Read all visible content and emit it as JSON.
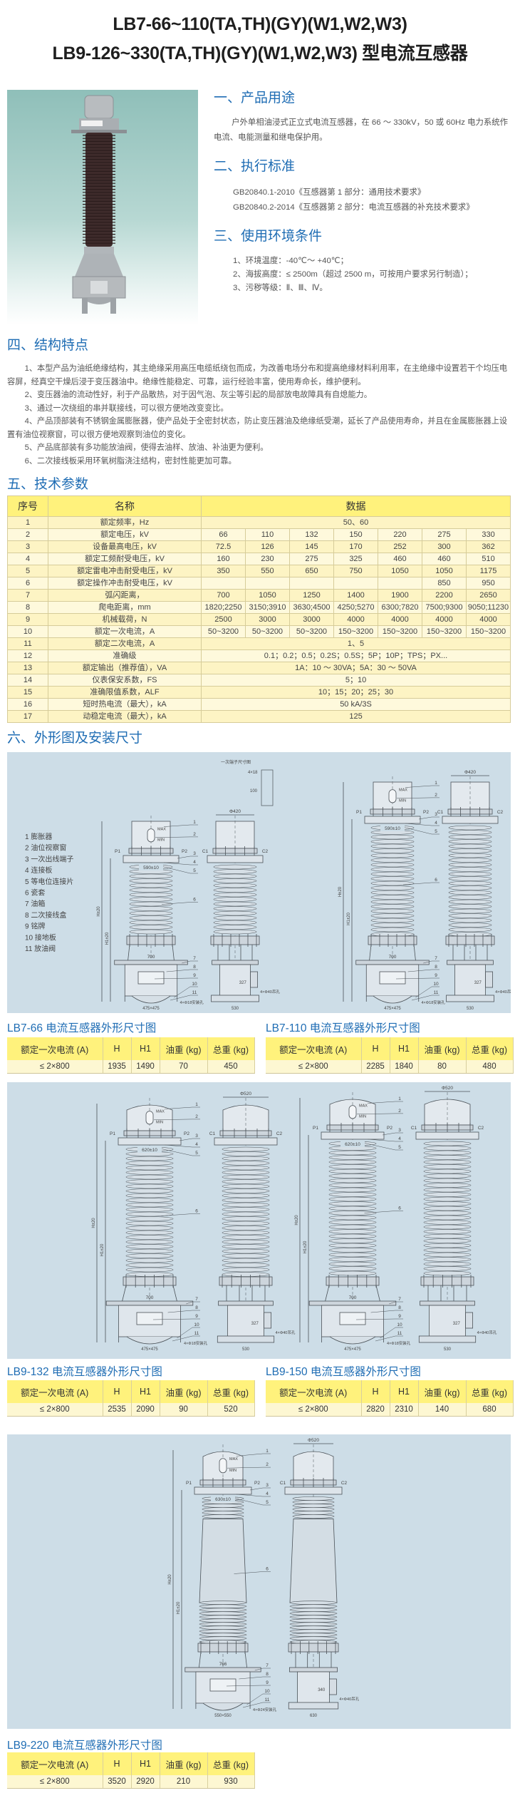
{
  "title": {
    "line1": "LB7-66~110(TA,TH)(GY)(W1,W2,W3)",
    "line2": "LB9-126~330(TA,TH)(GY)(W1,W2,W3) 型电流互感器"
  },
  "sections": {
    "usage": {
      "heading": "一、产品用途",
      "text": "户外单相油浸式正立式电流互感器，在 66 ～ 330kV，50 或 60Hz 电力系统作电流、电能测量和继电保护用。"
    },
    "standards": {
      "heading": "二、执行标准",
      "items": [
        "GB20840.1-2010《互感器第 1 部分：通用技术要求》",
        "GB20840.2-2014《互感器第 2 部分：电流互感器的补充技术要求》"
      ]
    },
    "environment": {
      "heading": "三、使用环境条件",
      "items": [
        "1、环境温度：-40℃～ +40℃；",
        "2、海拔高度：≤ 2500m（超过 2500 m，可按用户要求另行制造）；",
        "3、污秽等级：Ⅱ、Ⅲ、Ⅳ。"
      ]
    },
    "features": {
      "heading": "四、结构特点",
      "items": [
        "1、本型产品为油纸绝缘结构，其主绝缘采用高压电缆纸绕包而成，为改善电场分布和提高绝缘材料利用率，在主绝缘中设置若干个均压电容屏，经真空干燥后浸于变压器油中。绝缘性能稳定、可靠，运行经验丰富，使用寿命长，维护便利。",
        "2、变压器油的流动性好，利于产品散热，对于因气泡、灰尘等引起的局部放电故障具有自熄能力。",
        "3、通过一次绕组的串并联接线，可以很方便地改变变比。",
        "4、产品顶部装有不锈钢金属膨胀器，使产品处于全密封状态，防止变压器油及绝缘纸受潮，延长了产品使用寿命，并且在金属膨胀器上设置有油位视察窗，可以很方便地观察到油位的变化。",
        "5、产品底部装有多功能放油阀，使得去油样、放油、补油更为便利。",
        "6、二次接线板采用环氧树脂浇注结构，密封性能更加可靠。"
      ]
    },
    "tech": {
      "heading": "五、技术参数",
      "headers": [
        "序号",
        "名称",
        "数据"
      ],
      "rows": [
        {
          "no": "1",
          "name": "额定频率，Hz",
          "span": "50、60"
        },
        {
          "no": "2",
          "name": "额定电压，kV",
          "values": [
            "66",
            "110",
            "132",
            "150",
            "220",
            "275",
            "330"
          ]
        },
        {
          "no": "3",
          "name": "设备最高电压，kV",
          "values": [
            "72.5",
            "126",
            "145",
            "170",
            "252",
            "300",
            "362"
          ]
        },
        {
          "no": "4",
          "name": "额定工频耐受电压，kV",
          "values": [
            "160",
            "230",
            "275",
            "325",
            "460",
            "460",
            "510"
          ]
        },
        {
          "no": "5",
          "name": "额定雷电冲击耐受电压，kV",
          "values": [
            "350",
            "550",
            "650",
            "750",
            "1050",
            "1050",
            "1175"
          ]
        },
        {
          "no": "6",
          "name": "额定操作冲击耐受电压，kV",
          "values": [
            "",
            "",
            "",
            "",
            "",
            "850",
            "950"
          ]
        },
        {
          "no": "7",
          "name": "弧闪距离，",
          "values": [
            "700",
            "1050",
            "1250",
            "1400",
            "1900",
            "2200",
            "2650"
          ]
        },
        {
          "no": "8",
          "name": "爬电距离，mm",
          "values": [
            "1820;2250",
            "3150;3910",
            "3630;4500",
            "4250;5270",
            "6300;7820",
            "7500;9300",
            "9050;11230"
          ]
        },
        {
          "no": "9",
          "name": "机械载荷，N",
          "values": [
            "2500",
            "3000",
            "3000",
            "4000",
            "4000",
            "4000",
            "4000"
          ]
        },
        {
          "no": "10",
          "name": "额定一次电流，A",
          "values": [
            "50~3200",
            "50~3200",
            "50~3200",
            "150~3200",
            "150~3200",
            "150~3200",
            "150~3200"
          ]
        },
        {
          "no": "11",
          "name": "额定二次电流，A",
          "span": "1、5"
        },
        {
          "no": "12",
          "name": "准确级",
          "span": "0.1；0.2；0.5；0.2S；0.5S；5P；10P；TPS；PX..."
        },
        {
          "no": "13",
          "name": "额定输出（推荐值），VA",
          "span": "1A：10 ～ 30VA；5A：30 ～ 50VA"
        },
        {
          "no": "14",
          "name": "仪表保安系数，FS",
          "span": "5；10"
        },
        {
          "no": "15",
          "name": "准确限值系数，ALF",
          "span": "10；15；20；25；30"
        },
        {
          "no": "16",
          "name": "短时热电流（最大），kA",
          "span": "50 kA/3S"
        },
        {
          "no": "17",
          "name": "动稳定电流（最大），kA",
          "span": "125"
        }
      ]
    },
    "drawings": {
      "heading": "六、外形图及安装尺寸",
      "legend": [
        "1  膨胀器",
        "2  油位视察窗",
        "3  一次出线端子",
        "4  连接板",
        "5  等电位连接片",
        "6  瓷套",
        "7  油箱",
        "8  二次接线盒",
        "9  铭牌",
        "10  接地板",
        "11  放油阀"
      ],
      "terminal_detail": {
        "title": "一次端子尺寸图",
        "holes": "4×18",
        "dim": "100"
      },
      "marks": {
        "max": "MAX",
        "min": "MIN",
        "p1": "P1",
        "p2": "P2",
        "c1": "C1",
        "c2": "C2",
        "h": "H±20",
        "h1": "H1±20"
      },
      "callouts": [
        "1",
        "2",
        "3",
        "4",
        "5",
        "6",
        "7",
        "8",
        "9",
        "10",
        "11"
      ],
      "table_headers": [
        "额定一次电流 (A)",
        "H",
        "H1",
        "油重 (kg)",
        "总重 (kg)"
      ],
      "models": [
        {
          "caption": "LB7-66 电流互感器外形尺寸图",
          "row": [
            "≤ 2×800",
            "1935",
            "1490",
            "70",
            "450"
          ],
          "dims": {
            "cap": "Φ420",
            "terminal": "590±10",
            "flange": "700",
            "base": "475×475",
            "side_base": "530",
            "mount": "4×Φ18安装孔",
            "lift": "4×Φ40吊孔",
            "offset": "327"
          }
        },
        {
          "caption": "LB7-110 电流互感器外形尺寸图",
          "row": [
            "≤ 2×800",
            "2285",
            "1840",
            "80",
            "480"
          ],
          "dims": {
            "cap": "Φ420",
            "terminal": "590±10",
            "flange": "700",
            "base": "475×475",
            "side_base": "530",
            "mount": "4×Φ18安装孔",
            "lift": "4×Φ40吊孔",
            "offset": "327"
          }
        },
        {
          "caption": "LB9-132 电流互感器外形尺寸图",
          "row": [
            "≤ 2×800",
            "2535",
            "2090",
            "90",
            "520"
          ],
          "dims": {
            "cap": "Φ520",
            "terminal": "620±10",
            "flange": "700",
            "base": "475×475",
            "side_base": "530",
            "mount": "4×Φ18安装孔",
            "lift": "4×Φ40吊孔",
            "offset": "327"
          }
        },
        {
          "caption": "LB9-150 电流互感器外形尺寸图",
          "row": [
            "≤ 2×800",
            "2820",
            "2310",
            "140",
            "680"
          ],
          "dims": {
            "cap": "Φ520",
            "terminal": "620±10",
            "flange": "700",
            "base": "475×475",
            "side_base": "530",
            "mount": "4×Φ18安装孔",
            "lift": "4×Φ40吊孔",
            "offset": "327"
          }
        },
        {
          "caption": "LB9-220 电流互感器外形尺寸图",
          "row": [
            "≤ 2×800",
            "3520",
            "2920",
            "210",
            "930"
          ],
          "dims": {
            "cap": "Φ520",
            "terminal": "630±10",
            "flange": "766",
            "base": "550×550",
            "side_base": "630",
            "mount": "4×Φ24安装孔",
            "lift": "4×Φ40吊孔",
            "offset": "340"
          }
        }
      ]
    }
  }
}
